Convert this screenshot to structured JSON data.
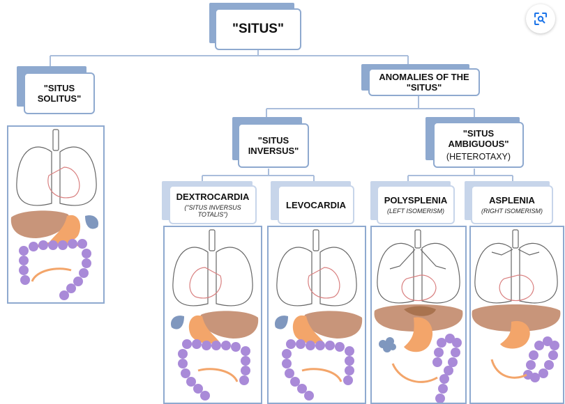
{
  "root": {
    "label": "\"SITUS\""
  },
  "solitus": {
    "label": "\"SITUS SOLITUS\""
  },
  "anomalies": {
    "label": "ANOMALIES OF THE \"SITUS\""
  },
  "inversus": {
    "label": "\"SITUS INVERSUS\""
  },
  "ambiguous": {
    "label": "\"SITUS AMBIGUOUS\"",
    "note": "(HETEROTAXY)"
  },
  "dextrocardia": {
    "label": "DEXTROCARDIA",
    "note": "(\"SITUS INVERSUS TOTALIS\")"
  },
  "levocardia": {
    "label": "LEVOCARDIA"
  },
  "polysplenia": {
    "label": "POLYSPLENIA",
    "note": "(LEFT ISOMERISM)"
  },
  "asplenia": {
    "label": "ASPLENIA",
    "note": "(RIGHT ISOMERISM)"
  },
  "colors": {
    "box_border": "#8ea9cf",
    "liver": "#c8957a",
    "stomach": "#f3a56a",
    "spleen": "#7f97be",
    "colon": "#a98ad8",
    "heart_outline": "#d98080"
  },
  "icons": {
    "lens": "visual-search-icon"
  }
}
